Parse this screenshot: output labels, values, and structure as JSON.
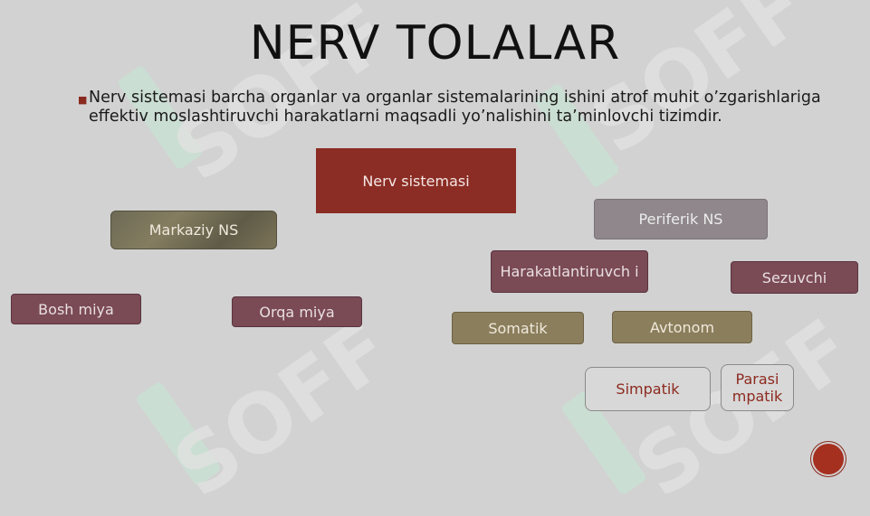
{
  "slide": {
    "title": "NERV TOLALAR",
    "intro": "Nerv sistemasi barcha organlar va organlar sistemalarining ishini atrof muhit o’zgarishlariga effektiv moslashtiruvchi harakatlarni maqsadli yo’nalishini ta’minlovchi tizimdir."
  },
  "diagram": {
    "root": "Nerv sistemasi",
    "central": "Markaziy NS",
    "peripheral": "Periferik NS",
    "brain": "Bosh miya",
    "spinal": "Orqa miya",
    "motor": "Harakatlantiruvch i",
    "sensory": "Sezuvchi",
    "somatic": "Somatik",
    "autonomic": "Avtonom",
    "sympathetic": "Simpatik",
    "parasympathetic": "Parasi mpatik"
  },
  "colors": {
    "background": "#d2d2d2",
    "root": "#8b2d25",
    "maroon_box": "#7a4a55",
    "grey_box": "#8f878b",
    "khaki_box": "#8b7e5c",
    "outline_text": "#8d2a1f"
  },
  "watermark": "SOFF",
  "icons": {
    "nav": "circle-nav-button"
  }
}
